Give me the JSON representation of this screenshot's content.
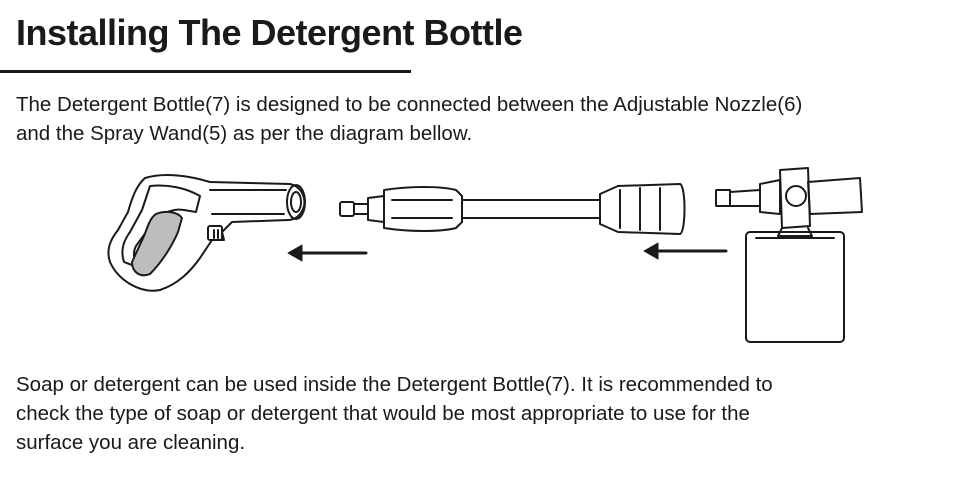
{
  "title": "Installing The Detergent Bottle",
  "intro": {
    "line1": "The Detergent Bottle(7) is designed to be connected between the Adjustable Nozzle(6)",
    "line2": "and the Spray Wand(5) as per the diagram bellow."
  },
  "note": {
    "line1": "Soap or detergent can be used inside the Detergent Bottle(7). It is recommended to",
    "line2": "check the type of soap or detergent that would be most appropriate to use for the",
    "line3": "surface you are cleaning."
  },
  "diagram": {
    "parts": [
      "spray-wand-handle",
      "adjustable-nozzle",
      "detergent-bottle"
    ],
    "arrow_direction": "left"
  },
  "colors": {
    "text": "#1a1a1a",
    "stroke": "#1a1a1a",
    "shade": "#bdbdbd"
  }
}
